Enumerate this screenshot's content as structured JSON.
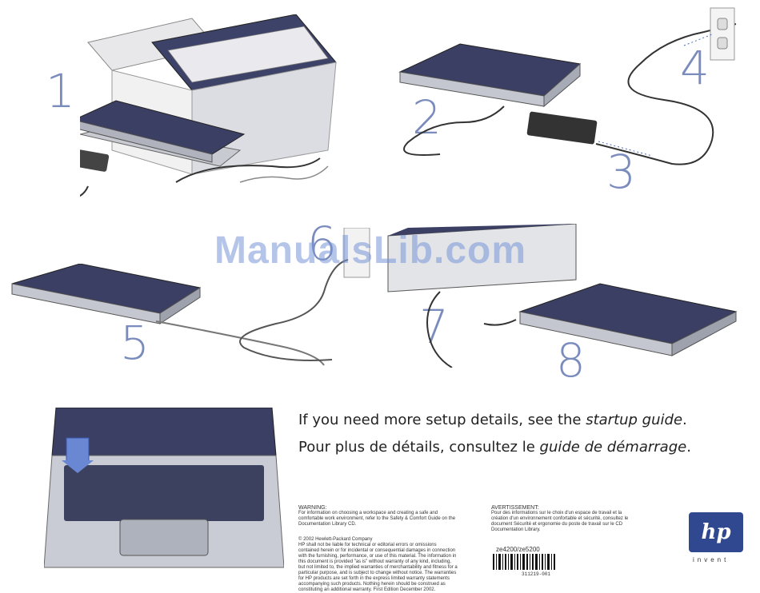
{
  "steps": [
    "1",
    "2",
    "3",
    "4",
    "5",
    "6",
    "7",
    "8"
  ],
  "watermark": "ManualsLib.com",
  "tagline_en": {
    "lead": "If you need more setup details, see the ",
    "link": "startup guide",
    "tail": "."
  },
  "tagline_fr": {
    "lead": "Pour plus de détails, consultez le ",
    "link": "guide de démarrage",
    "tail": "."
  },
  "warning": {
    "heading": "WARNING:",
    "body": "For information on choosing a workspace and creating a safe and comfortable work environment, refer to the Safety & Comfort Guide on the Documentation Library CD."
  },
  "avertissement": {
    "heading": "AVERTISSEMENT:",
    "body": "Pour des informations sur le choix d'un espace de travail et la création d'un environnement confortable et sécurité, consultez le document Sécurité et ergonomie du poste de travail sur le CD Documentation Library."
  },
  "legal": {
    "copyright": "© 2002 Hewlett-Packard Company",
    "body": "HP shall not be liable for technical or editorial errors or omissions contained herein or for incidental or consequential damages in connection with the furnishing, performance, or use of this material. The information in this document is provided \"as is\" without warranty of any kind, including, but not limited to, the implied warranties of merchantability and fitness for a particular purpose, and is subject to change without notice. The warranties for HP products are set forth in the express limited warranty statements accompanying such products. Nothing herein should be construed as constituting an additional warranty. First Edition December 2002."
  },
  "model": "ze4200/ze5200",
  "part_number": "311219-001",
  "brand": {
    "logo": "hp",
    "slogan": "invent"
  },
  "colors": {
    "step_number": "#7a8bbd",
    "hp_blue": "#2f4890",
    "laptop_lid": "#3b3f63"
  }
}
